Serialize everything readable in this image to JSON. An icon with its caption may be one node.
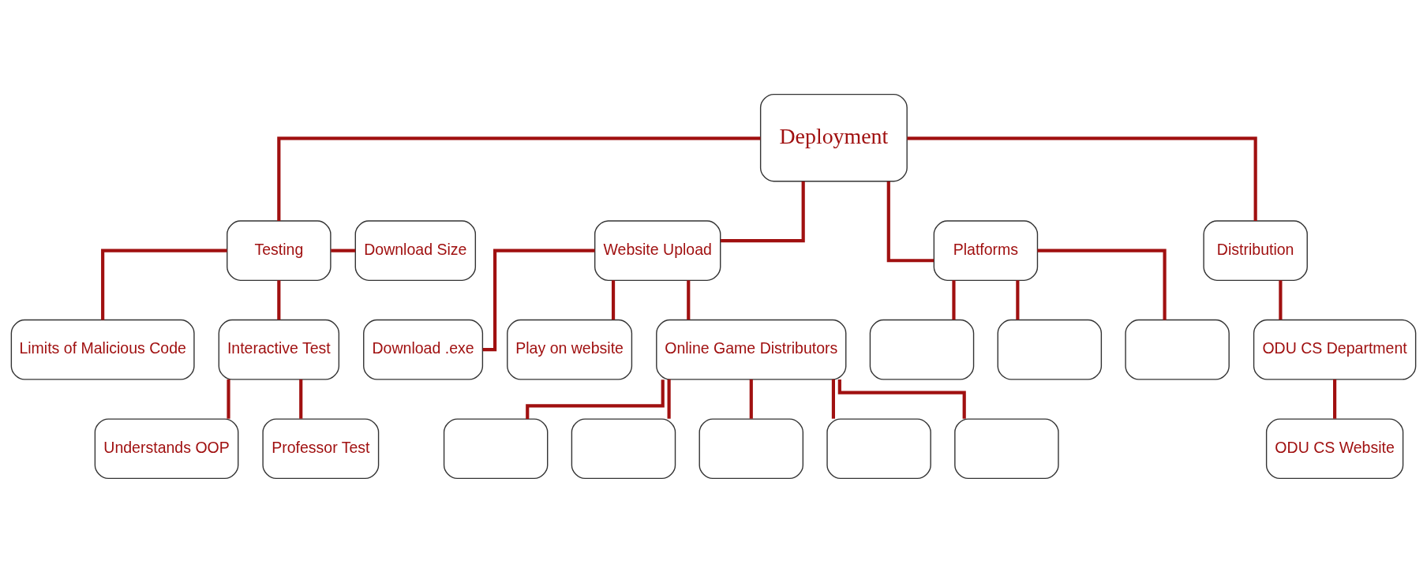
{
  "diagram": {
    "nodes": [
      {
        "text": [
          "Deployment"
        ]
      },
      {
        "text": [
          "Testing"
        ]
      },
      {
        "text": [
          "Download Size"
        ]
      },
      {
        "text": [
          "Website Upload"
        ]
      },
      {
        "text": [
          "Platforms"
        ]
      },
      {
        "text": [
          "Distribution"
        ]
      },
      {
        "text": [
          "Limits of Malicious Code"
        ]
      },
      {
        "text": [
          "Interactive Test"
        ]
      },
      {
        "text": [
          "Download .exe"
        ]
      },
      {
        "text": [
          "Play on website"
        ]
      },
      {
        "text": [
          "Online Game Distributors"
        ]
      },
      {
        "text": [],
        "shape": "box"
      },
      {
        "text": [],
        "shape": "box"
      },
      {
        "text": [],
        "shape": "box"
      },
      {
        "text": [
          "ODU CS Department"
        ]
      },
      {
        "text": [
          "Understands OOP"
        ]
      },
      {
        "text": [
          "Professor Test"
        ]
      },
      {
        "text": [],
        "shape": "box"
      },
      {
        "text": [],
        "shape": "box"
      },
      {
        "text": [],
        "shape": "box"
      },
      {
        "text": [],
        "shape": "box"
      },
      {
        "text": [],
        "shape": "box"
      },
      {
        "text": [
          "ODU CS Website"
        ]
      }
    ],
    "edges": [
      {
        "from": 0,
        "to": 1,
        "arrow": "none"
      },
      {
        "from": 0,
        "to": 3,
        "arrow": "none"
      },
      {
        "from": 0,
        "to": 4,
        "arrow": "none"
      },
      {
        "from": 0,
        "to": 5,
        "arrow": "none"
      },
      {
        "from": 1,
        "to": 2,
        "arrow": "none"
      },
      {
        "from": 1,
        "to": 6,
        "arrow": "none"
      },
      {
        "from": 1,
        "to": 7,
        "arrow": "none"
      },
      {
        "from": 3,
        "to": 8,
        "arrow": "none"
      },
      {
        "from": 3,
        "to": 9,
        "arrow": "none"
      },
      {
        "from": 3,
        "to": 10,
        "arrow": "none"
      },
      {
        "from": 4,
        "to": 11,
        "arrow": "none"
      },
      {
        "from": 4,
        "to": 12,
        "arrow": "none"
      },
      {
        "from": 4,
        "to": 13,
        "arrow": "none"
      },
      {
        "from": 5,
        "to": 14,
        "arrow": "none"
      },
      {
        "from": 7,
        "to": 15,
        "arrow": "none"
      },
      {
        "from": 7,
        "to": 16,
        "arrow": "none"
      },
      {
        "from": 10,
        "to": 17,
        "arrow": "none"
      },
      {
        "from": 10,
        "to": 18,
        "arrow": "none"
      },
      {
        "from": 10,
        "to": 19,
        "arrow": "none"
      },
      {
        "from": 10,
        "to": 20,
        "arrow": "none"
      },
      {
        "from": 10,
        "to": 21,
        "arrow": "none"
      },
      {
        "from": 14,
        "to": 22,
        "arrow": "none"
      }
    ]
  }
}
